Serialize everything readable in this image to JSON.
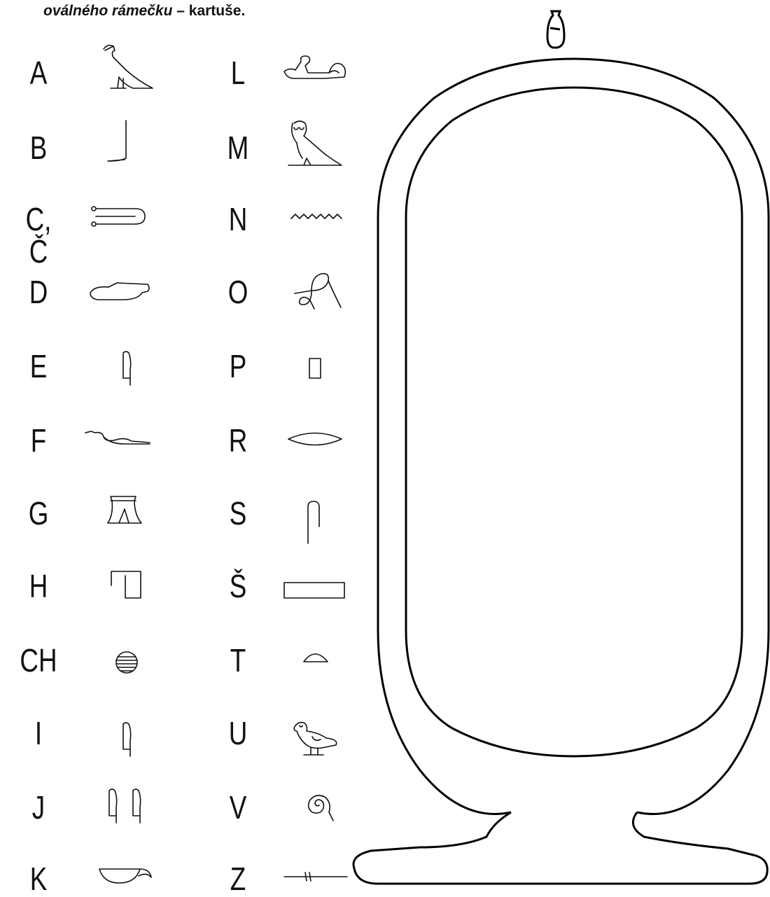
{
  "caption": {
    "italic_text": "oválného rámečku",
    "dash": " – ",
    "bold_text": "kartuše."
  },
  "alphabet": {
    "left_column": [
      {
        "letter": "A",
        "glyph": "vulture-icon"
      },
      {
        "letter": "B",
        "glyph": "foot-icon"
      },
      {
        "letter": "C, Č",
        "glyph": "tethering-rope-icon"
      },
      {
        "letter": "D",
        "glyph": "hand-icon"
      },
      {
        "letter": "E",
        "glyph": "reed-leaf-icon"
      },
      {
        "letter": "F",
        "glyph": "horned-viper-icon"
      },
      {
        "letter": "G",
        "glyph": "jar-stand-icon"
      },
      {
        "letter": "H",
        "glyph": "reed-shelter-icon"
      },
      {
        "letter": "CH",
        "glyph": "placenta-icon"
      },
      {
        "letter": "I",
        "glyph": "reed-leaf-icon"
      },
      {
        "letter": "J",
        "glyph": "double-reed-icon"
      },
      {
        "letter": "K",
        "glyph": "basket-icon"
      }
    ],
    "right_column": [
      {
        "letter": "L",
        "glyph": "lion-icon"
      },
      {
        "letter": "M",
        "glyph": "owl-icon"
      },
      {
        "letter": "N",
        "glyph": "water-icon"
      },
      {
        "letter": "O",
        "glyph": "rope-lasso-icon"
      },
      {
        "letter": "P",
        "glyph": "stool-icon"
      },
      {
        "letter": "R",
        "glyph": "mouth-icon"
      },
      {
        "letter": "S",
        "glyph": "folded-cloth-icon"
      },
      {
        "letter": "Š",
        "glyph": "pool-icon"
      },
      {
        "letter": "T",
        "glyph": "bread-loaf-icon"
      },
      {
        "letter": "U",
        "glyph": "quail-chick-icon"
      },
      {
        "letter": "V",
        "glyph": "spiral-icon"
      },
      {
        "letter": "Z",
        "glyph": "door-bolt-icon"
      }
    ]
  },
  "cartouche": {
    "icon": "cartouche-frame-icon",
    "top_glyph": "hand-jar-icon"
  }
}
